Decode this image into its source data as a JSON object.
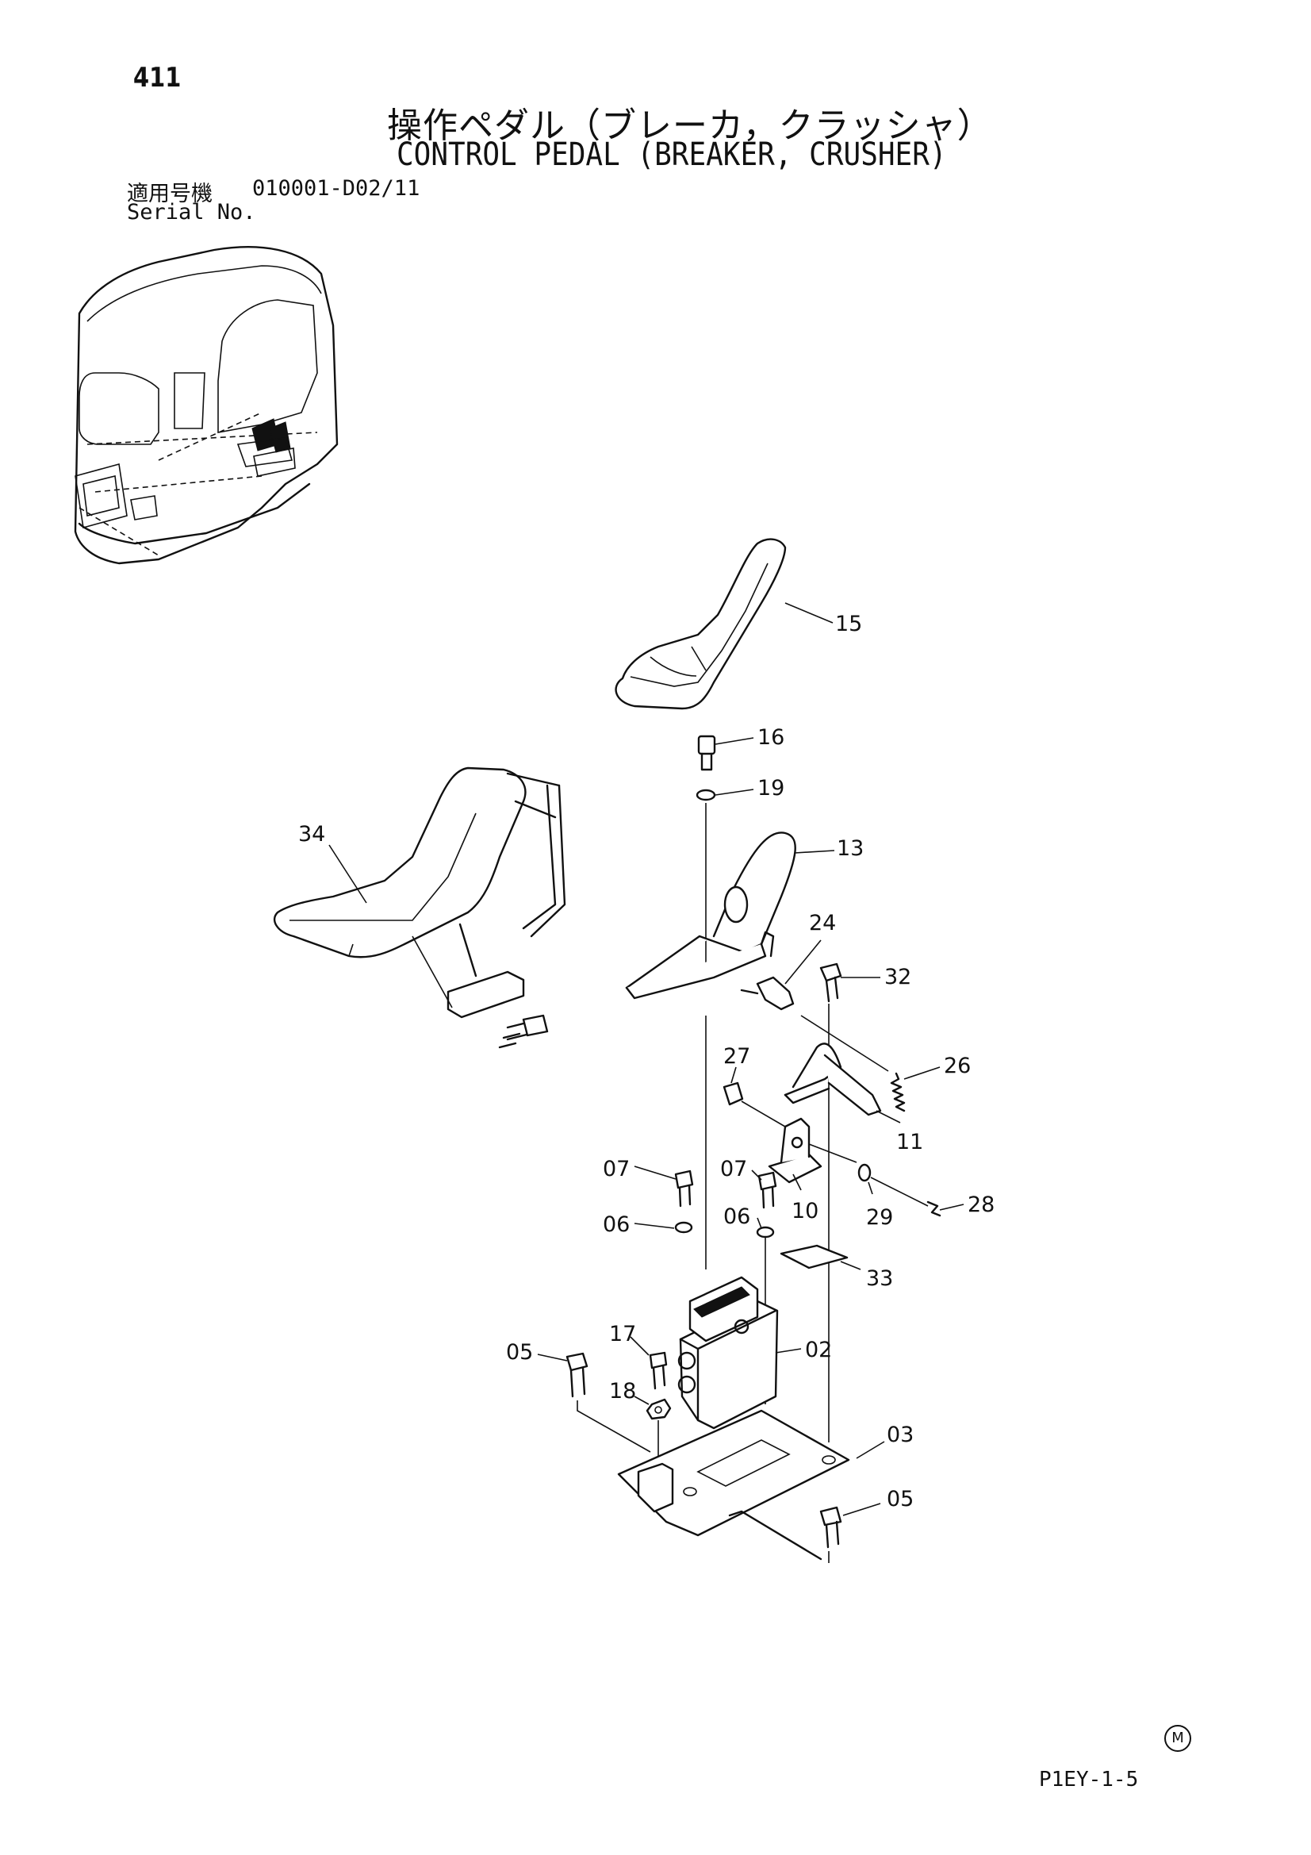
{
  "header": {
    "page_number": "411",
    "title_jp": "操作ペダル（ブレーカ，クラッシャ）",
    "title_en": "CONTROL PEDAL (BREAKER, CRUSHER)",
    "serial_label_jp": "適用号機",
    "serial_value": "010001-D02/11",
    "serial_label_en": "Serial No."
  },
  "callouts": [
    {
      "id": "c15",
      "label": "15"
    },
    {
      "id": "c16",
      "label": "16"
    },
    {
      "id": "c19",
      "label": "19"
    },
    {
      "id": "c34",
      "label": "34"
    },
    {
      "id": "c13",
      "label": "13"
    },
    {
      "id": "c24",
      "label": "24"
    },
    {
      "id": "c32",
      "label": "32"
    },
    {
      "id": "c26",
      "label": "26"
    },
    {
      "id": "c27",
      "label": "27"
    },
    {
      "id": "c11",
      "label": "11"
    },
    {
      "id": "c07a",
      "label": "07"
    },
    {
      "id": "c07b",
      "label": "07"
    },
    {
      "id": "c10",
      "label": "10"
    },
    {
      "id": "c29",
      "label": "29"
    },
    {
      "id": "c28",
      "label": "28"
    },
    {
      "id": "c06a",
      "label": "06"
    },
    {
      "id": "c06b",
      "label": "06"
    },
    {
      "id": "c33",
      "label": "33"
    },
    {
      "id": "c17",
      "label": "17"
    },
    {
      "id": "c05a",
      "label": "05"
    },
    {
      "id": "c02",
      "label": "02"
    },
    {
      "id": "c18",
      "label": "18"
    },
    {
      "id": "c03",
      "label": "03"
    },
    {
      "id": "c05b",
      "label": "05"
    }
  ],
  "footer": {
    "mark": "M",
    "figure_code": "P1EY-1-5"
  }
}
